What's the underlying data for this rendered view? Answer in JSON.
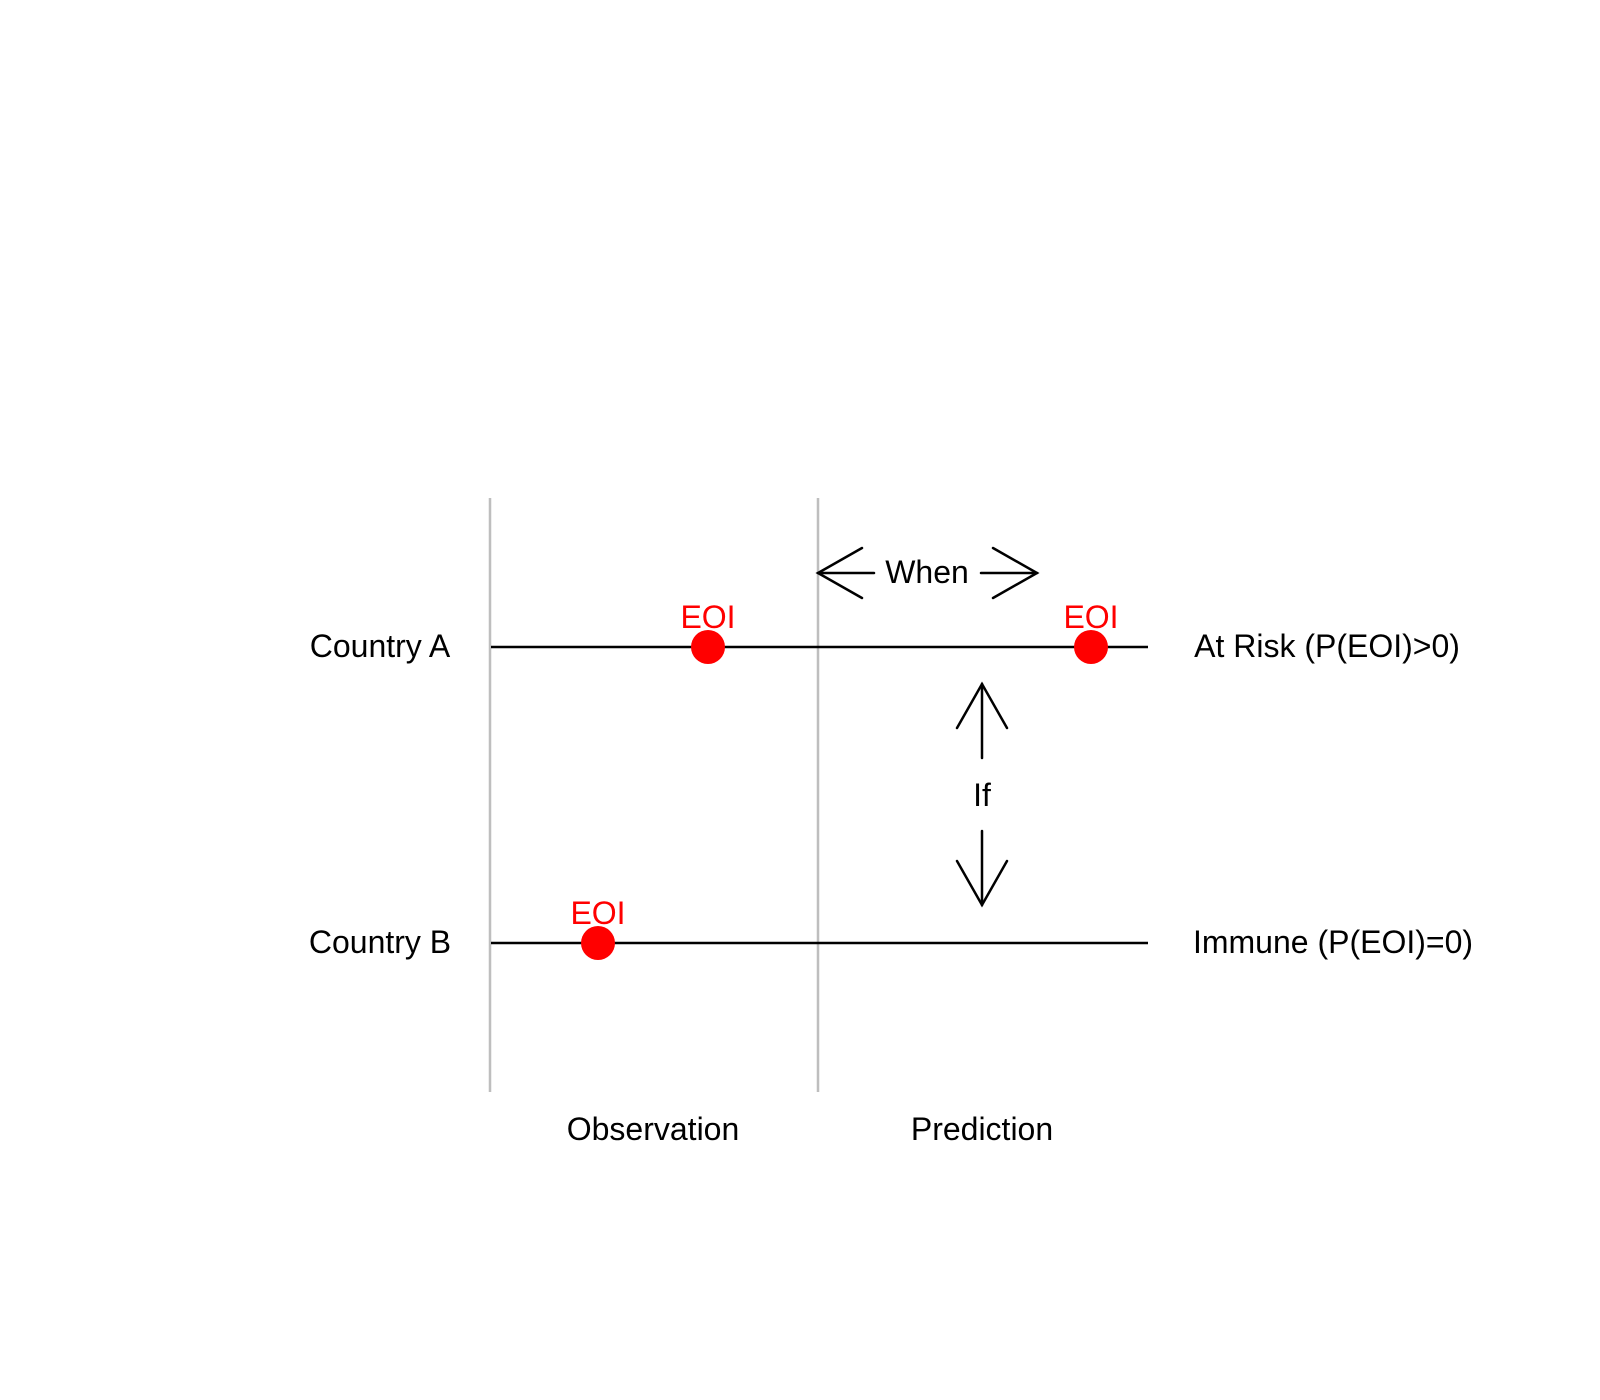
{
  "colors": {
    "background": "#ffffff",
    "divider": "#bebebe",
    "line": "#000000",
    "event": "#ff0000"
  },
  "rows": [
    {
      "label": "Country A",
      "status": "At Risk (P(EOI)>0)",
      "events": [
        {
          "label": "EOI"
        },
        {
          "label": "EOI"
        }
      ]
    },
    {
      "label": "Country B",
      "status": "Immune (P(EOI)=0)",
      "events": [
        {
          "label": "EOI"
        }
      ]
    }
  ],
  "phases": {
    "observation": "Observation",
    "prediction": "Prediction"
  },
  "arrows": {
    "when": "When",
    "if": "If"
  }
}
